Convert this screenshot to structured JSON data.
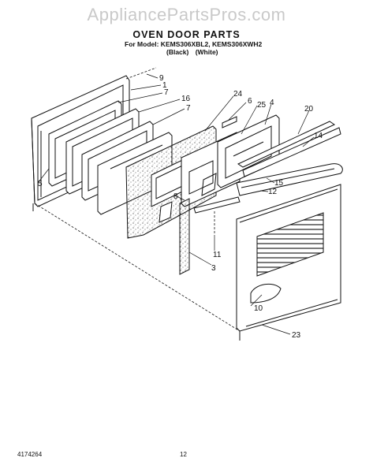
{
  "header": {
    "watermark": "AppliancePartsPros.com",
    "title": "OVEN DOOR PARTS",
    "models": "For Model: KEMS306XBL2, KEMS306XWH2",
    "colors": "(Black)   (White)"
  },
  "callouts": [
    {
      "id": "9",
      "label": "9"
    },
    {
      "id": "1",
      "label": "1"
    },
    {
      "id": "7a",
      "label": "7"
    },
    {
      "id": "16",
      "label": "16"
    },
    {
      "id": "7b",
      "label": "7"
    },
    {
      "id": "24",
      "label": "24"
    },
    {
      "id": "6",
      "label": "6"
    },
    {
      "id": "25",
      "label": "25"
    },
    {
      "id": "4",
      "label": "4"
    },
    {
      "id": "20",
      "label": "20"
    },
    {
      "id": "14",
      "label": "14"
    },
    {
      "id": "5",
      "label": "5"
    },
    {
      "id": "8",
      "label": "8"
    },
    {
      "id": "15",
      "label": "15"
    },
    {
      "id": "12",
      "label": "12"
    },
    {
      "id": "11",
      "label": "11"
    },
    {
      "id": "3",
      "label": "3"
    },
    {
      "id": "10",
      "label": "10"
    },
    {
      "id": "23",
      "label": "23"
    }
  ],
  "footer": {
    "doc_number": "4174264",
    "page_number": "12"
  }
}
